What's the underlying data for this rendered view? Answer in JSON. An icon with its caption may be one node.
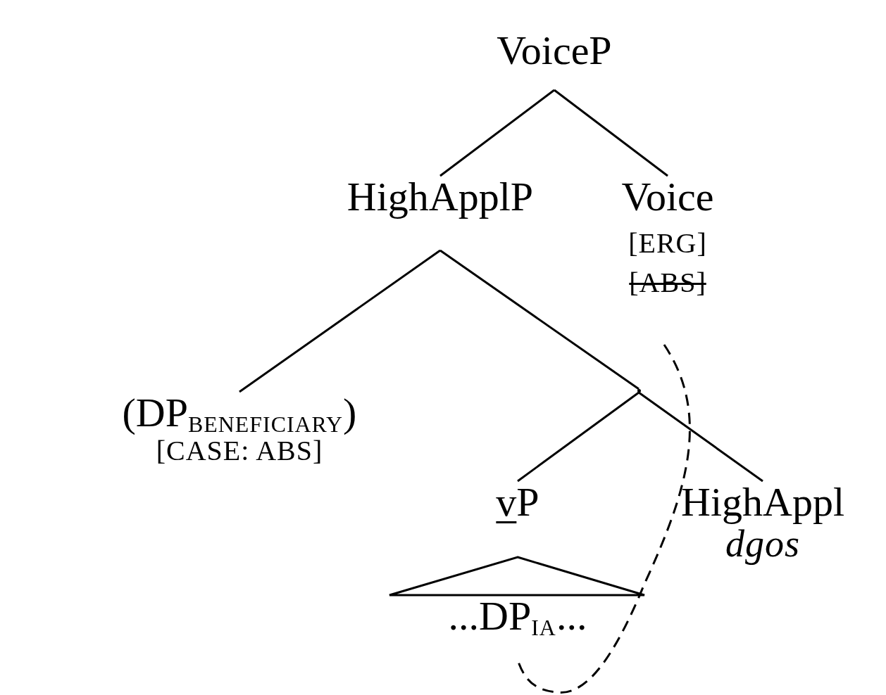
{
  "diagram": {
    "nodes": [
      {
        "text": [
          "VoiceP"
        ]
      },
      {
        "text": [
          "HighApplP"
        ]
      },
      {
        "text": [
          "Voice",
          "[ERG]",
          "[ABS]"
        ]
      },
      {
        "text": [
          "(DP$_{BENEFICIARY}$)",
          "[CASE: ABS]"
        ]
      },
      {
        "text": [],
        "shape": "point"
      },
      {
        "text": [
          "vP"
        ]
      },
      {
        "text": [
          "HighAppl",
          "dgos"
        ]
      },
      {
        "text": [
          "...DP$_{IA}$..."
        ]
      }
    ],
    "edges": [
      {
        "from": 0,
        "to": 1,
        "arrow": "none"
      },
      {
        "from": 0,
        "to": 2,
        "arrow": "none"
      },
      {
        "from": 1,
        "to": 3,
        "arrow": "none"
      },
      {
        "from": 1,
        "to": 4,
        "arrow": "none"
      },
      {
        "from": 4,
        "to": 5,
        "arrow": "none"
      },
      {
        "from": 4,
        "to": 6,
        "arrow": "none"
      },
      {
        "from": 5,
        "to": 7,
        "arrow": "none"
      },
      {
        "from": 2,
        "to": 7,
        "arrow": "none",
        "style": "dashed"
      }
    ]
  }
}
